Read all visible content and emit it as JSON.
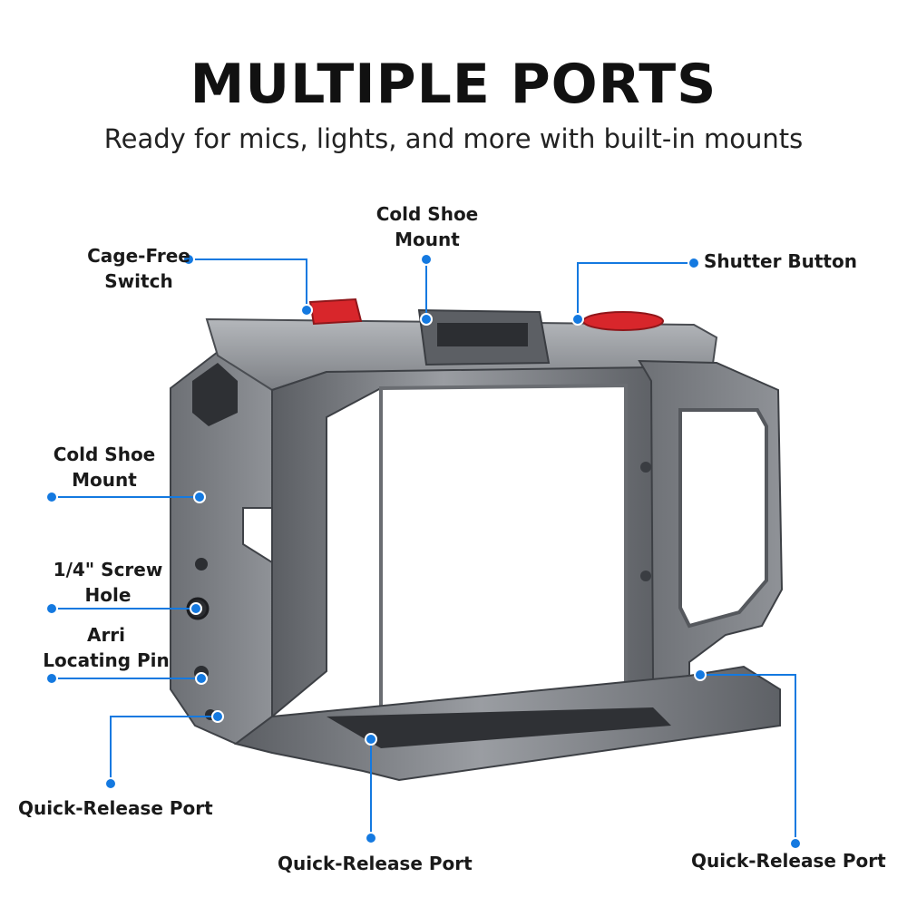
{
  "header": {
    "title": "MULTIPLE PORTS",
    "subtitle": "Ready for mics, lights, and more with built-in mounts"
  },
  "callouts": {
    "cage_free_switch": [
      "Cage-Free",
      "Switch"
    ],
    "cold_shoe_top": [
      "Cold Shoe",
      "Mount"
    ],
    "shutter_button": [
      "Shutter Button"
    ],
    "cold_shoe_side": [
      "Cold Shoe",
      "Mount"
    ],
    "screw_hole": [
      "1/4\" Screw",
      "Hole"
    ],
    "arri_pin": [
      "Arri",
      "Locating Pin"
    ],
    "qr_port_left": [
      "Quick-Release Port"
    ],
    "qr_port_center": [
      "Quick-Release Port"
    ],
    "qr_port_right": [
      "Quick-Release Port"
    ]
  },
  "colors": {
    "accent": "#1479e0",
    "red_part": "#d8262b",
    "metal": "#7a7d82",
    "metal_dark": "#4c4f54"
  }
}
